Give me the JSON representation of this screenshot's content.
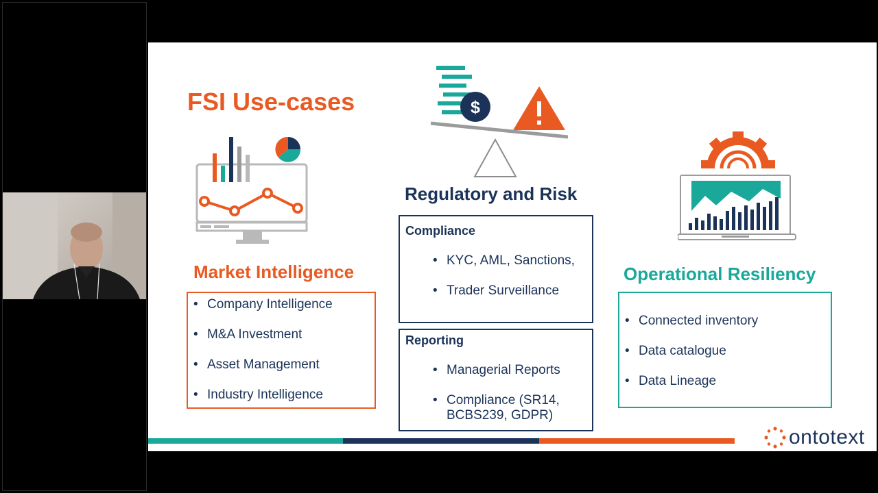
{
  "slide": {
    "title": "FSI Use-cases",
    "market": {
      "heading": "Market Intelligence",
      "items": [
        "Company Intelligence",
        "M&A Investment",
        "Asset Management",
        "Industry Intelligence"
      ]
    },
    "regulatory": {
      "heading": "Regulatory and Risk",
      "compliance": {
        "heading": "Compliance",
        "items": [
          "KYC, AML, Sanctions,",
          "Trader Surveillance"
        ]
      },
      "reporting": {
        "heading": "Reporting",
        "items": [
          "Managerial Reports",
          "Compliance (SR14, BCBS239, GDPR)"
        ]
      }
    },
    "operational": {
      "heading": "Operational Resiliency",
      "items": [
        "Connected inventory",
        "Data catalogue",
        "Data Lineage"
      ]
    },
    "logo_text": "ontotext"
  },
  "colors": {
    "orange": "#e95a22",
    "teal": "#1aa89a",
    "navy": "#1b3358",
    "gray": "#9b9b9b"
  },
  "icons": [
    "dashboard-chart-icon",
    "coins-scale-warning-icon",
    "gear-laptop-chart-icon",
    "ontotext-logo-icon"
  ]
}
